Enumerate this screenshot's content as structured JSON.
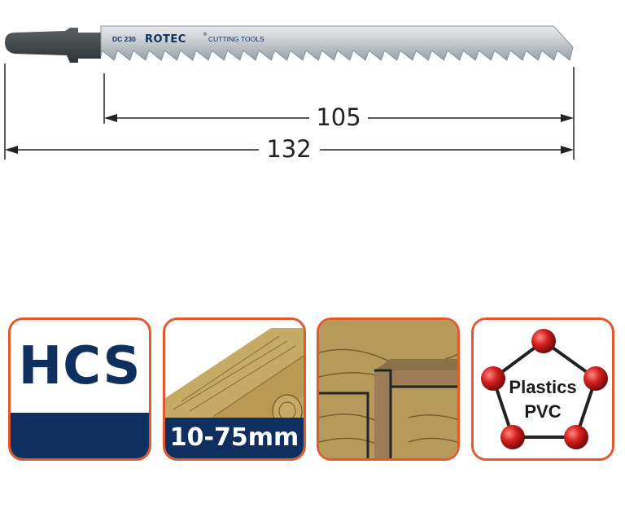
{
  "blade": {
    "model_code": "DC 230",
    "brand": "ROTEC",
    "brand_suffix": "®",
    "tagline": "CUTTING TOOLS"
  },
  "dimensions": {
    "working_length": "105",
    "total_length": "132"
  },
  "badges": {
    "material_grade": "HCS",
    "cutting_depth": "10-75mm",
    "material_line1": "Plastics",
    "material_line2": "PVC"
  },
  "colors": {
    "card_border": "#e2592c",
    "navy": "#0f2f5e",
    "node_red": "#d21f1f",
    "wood": "#b69a5c"
  }
}
